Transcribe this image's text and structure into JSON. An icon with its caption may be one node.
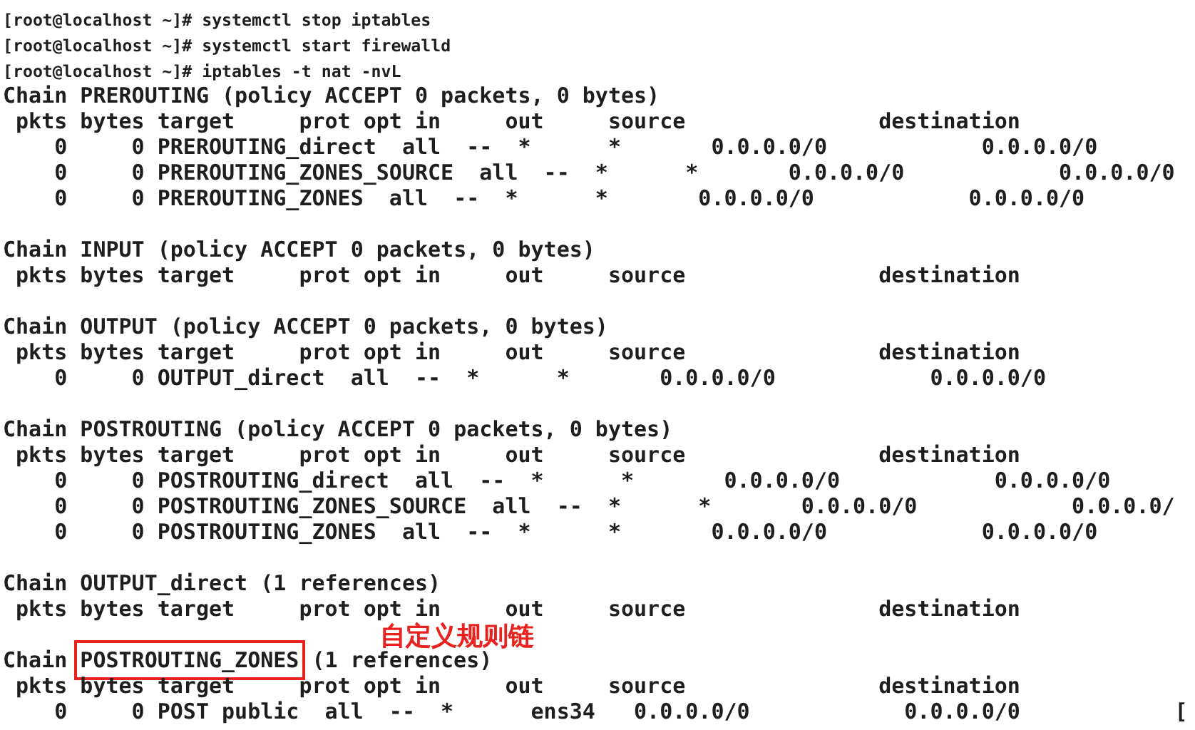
{
  "diagram": {
    "nodes": [
      {
        "text": [
          "POSTROUTING_ZONES"
        ],
        "beside": [
          "自定义规则链"
        ]
      }
    ],
    "labels": [
      "[root@localhost ~]# systemctl stop iptables",
      "[root@localhost ~]# systemctl start firewalld",
      "[root@localhost ~]# iptables -t nat -nvL",
      "Chain PREROUTING (policy ACCEPT 0 packets, 0 bytes)",
      " pkts bytes target     prot opt in     out     source               destination",
      "    0     0 PREROUTING_direct  all  --  *      *       0.0.0.0/0            0.0.0.0/0",
      "    0     0 PREROUTING_ZONES_SOURCE  all  --  *      *       0.0.0.0/0            0.0.0.0/0",
      "    0     0 PREROUTING_ZONES  all  --  *      *       0.0.0.0/0            0.0.0.0/0",
      "Chain INPUT (policy ACCEPT 0 packets, 0 bytes)",
      " pkts bytes target     prot opt in     out     source               destination",
      "Chain OUTPUT (policy ACCEPT 0 packets, 0 bytes)",
      " pkts bytes target     prot opt in     out     source               destination",
      "    0     0 OUTPUT_direct  all  --  *      *       0.0.0.0/0            0.0.0.0/0",
      "Chain POSTROUTING (policy ACCEPT 0 packets, 0 bytes)",
      " pkts bytes target     prot opt in     out     source               destination",
      "    0     0 POSTROUTING_direct  all  --  *      *       0.0.0.0/0            0.0.0.0/0",
      "    0     0 POSTROUTING_ZONES_SOURCE  all  --  *      *       0.0.0.0/0            0.0.0.0/",
      "    0     0 POSTROUTING_ZONES  all  --  *      *       0.0.0.0/0            0.0.0.0/0",
      "Chain OUTPUT_direct (1 references)",
      " pkts bytes target     prot opt in     out     source               destination",
      "Chain",
      "(1 references)",
      " pkts bytes target     prot opt in     out     source               destination",
      "    0     0 POST public  all  --  *      ens34   0.0.0.0/0            0.0.0.0/0            ["
    ]
  }
}
